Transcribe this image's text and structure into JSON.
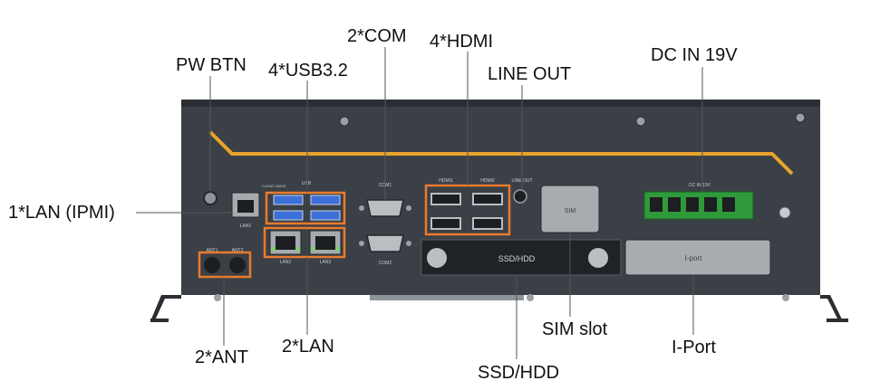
{
  "callouts": {
    "com": "2*COM",
    "hdmi": "4*HDMI",
    "pw_btn": "PW BTN",
    "usb": "4*USB3.2",
    "line_out": "LINE OUT",
    "dc_in": "DC IN 19V",
    "lan_ipmi": "1*LAN (IPMI)",
    "ant": "2*ANT",
    "lan": "2*LAN",
    "ssd_hdd": "SSD/HDD",
    "sim_slot": "SIM slot",
    "i_port": "I-Port"
  },
  "panel": {
    "ssd_label": "SSD/HDD",
    "sim_label": "SIM",
    "iport_label": "I-port",
    "com1": "COM1",
    "com2": "COM2",
    "hdmi1": "HDMI1",
    "hdmi2": "HDMI2",
    "lan1": "LAN1",
    "lan2": "LAN2",
    "lan3": "LAN3",
    "ant1": "ANT1",
    "ant2": "ANT2",
    "line_out": "LINE OUT",
    "dc_in": "DC IN 19V",
    "usb": "USB",
    "clear_cmos": "CLEAR CMOS"
  },
  "colors": {
    "chassis": "#3b4046",
    "chassis_top": "#2f3338",
    "accent_stripe": "#e8a32b",
    "highlight_box": "#e87b2c",
    "usb_blue": "#3d6fd8",
    "terminal_green": "#2f9a3a",
    "callout_line": "#555555"
  }
}
